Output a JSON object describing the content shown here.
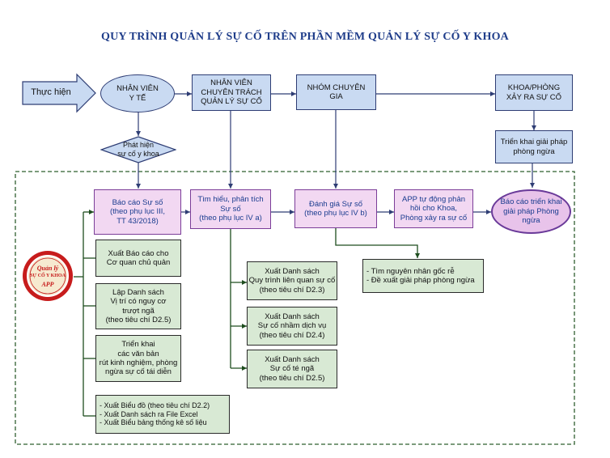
{
  "title": "QUY TRÌNH QUẢN LÝ SỰ CỐ TRÊN PHẦN MỀM QUẢN LÝ SỰ CỐ Y KHOA",
  "header_row": {
    "start": "Thực hiện",
    "staff": "NHÂN VIÊN\nY TẾ",
    "dedicated": "NHÂN VIÊN\nCHUYÊN TRÁCH\nQUẢN LÝ SỰ CỐ",
    "expert": "NHÓM CHUYÊN\nGIA",
    "department": "KHOA/PHÒNG\nXẢY RA SỰ CỐ"
  },
  "detect": "Phát hiện\nsự cố y khoa",
  "prevention_deploy": "Triển khai giải pháp\nphòng ngừa",
  "flow": {
    "report": "Báo cáo Sự số\n(theo phụ lục III,\nTT 43/2018)",
    "analyze": "Tìm hiểu, phân tích\nSự số\n(theo phụ lục IV a)",
    "evaluate": "Đánh giá Sự số\n(theo phụ lục IV b)",
    "app_feedback": "APP tự động phản\nhồi  cho Khoa,\nPhòng xảy ra sự cố",
    "final_report": "Báo cáo triển khai\ngiải pháp Phòng\nngừa"
  },
  "left_boxes": [
    "Xuất Báo cáo cho\nCơ quan chủ quản",
    "Lập Danh sách\nVị trí có nguy cơ\ntrượt ngã\n(theo tiêu chí D2.5)",
    "Triển khai\ncác văn bản\nrút kinh nghiệm, phòng\nngừa sự cố tái diễn",
    "- Xuất Biểu đồ (theo tiêu chí D2.2)\n- Xuất Danh sách ra File Excel\n- Xuất Biểu bảng thống kê số liệu"
  ],
  "export_boxes": [
    "Xuất Danh sách\nQuy trình liên quan sự cố\n(theo tiêu chí D2.3)",
    "Xuất Danh sách\nSự cố nhầm dịch vụ\n(theo tiêu chí D2.4)",
    "Xuất Danh sách\nSự cố té ngã\n(theo tiêu chí D2.5)"
  ],
  "root_cause": "- Tìm nguyên nhân gốc rễ\n- Đề xuất giải pháp phòng ngừa",
  "logo": {
    "line1": "Quản lý",
    "line2": "SỰ CỐ Y KHOA",
    "line3": "APP"
  },
  "colors": {
    "blue_fill": "#c9daf2",
    "pink_fill": "#f2d8f2",
    "green_fill": "#d8e9d4",
    "title_color": "#1f3d8a",
    "logo_red": "#c71c1c",
    "dashed_border": "#2f5f2f"
  }
}
